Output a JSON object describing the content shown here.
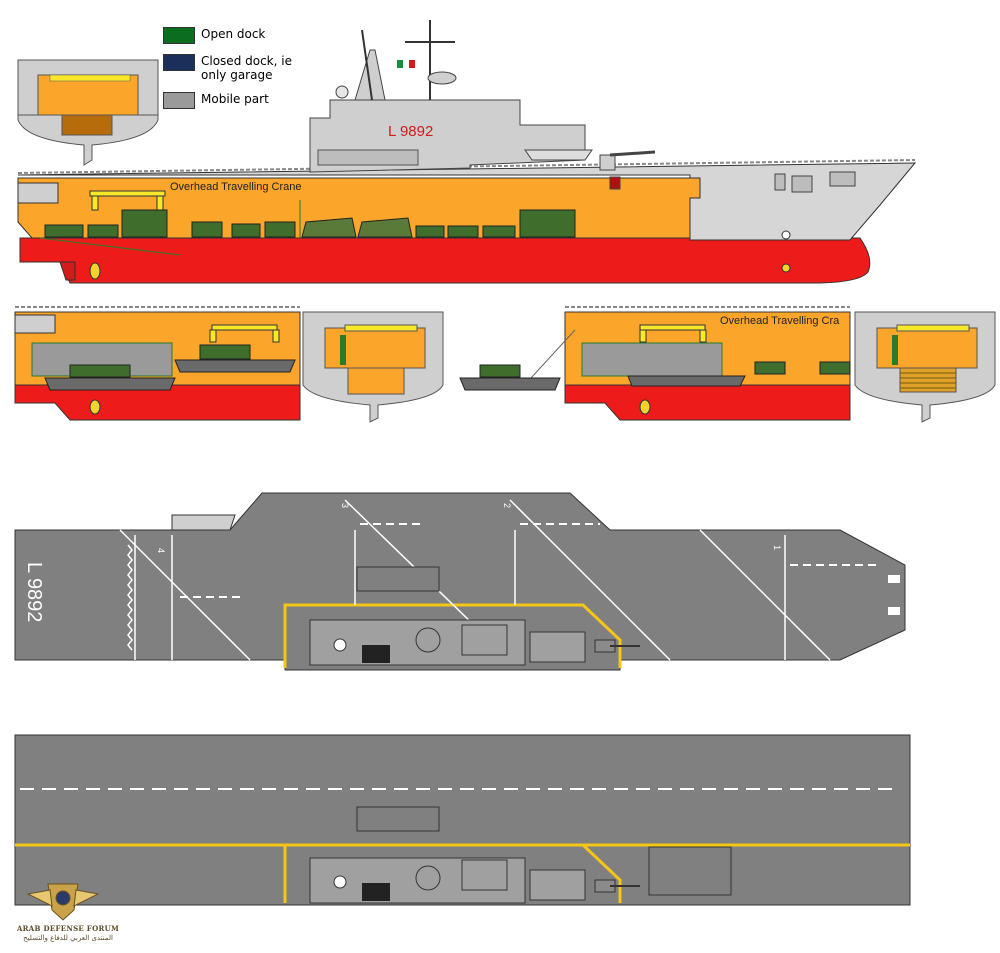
{
  "legend": {
    "items": [
      {
        "label": "Open dock",
        "color": "#0a6e1e"
      },
      {
        "label": "Closed dock, ie only garage",
        "color": "#1a2f5a"
      },
      {
        "label": "Mobile part",
        "color": "#9a9a9a"
      }
    ]
  },
  "ship": {
    "hull_number": "L 9892",
    "crane_label": "Overhead Travelling Crane",
    "crane_label_truncated": "Overhead Travelling Cra"
  },
  "flight_deck": {
    "hull_number": "L 9892",
    "spot_numbers": [
      "4",
      "3",
      "2",
      "1"
    ]
  },
  "colors": {
    "hull_red": "#ee1b1b",
    "hangar_orange": "#fba52a",
    "superstructure_gray": "#cfcfcf",
    "deck_gray": "#808080",
    "safety_yellow": "#f5c518",
    "vehicle_green": "#3f6e2c"
  },
  "watermark": {
    "title": "ARAB DEFENSE FORUM",
    "subtitle": "المنتدى العربي للدفاع والتسليح"
  }
}
